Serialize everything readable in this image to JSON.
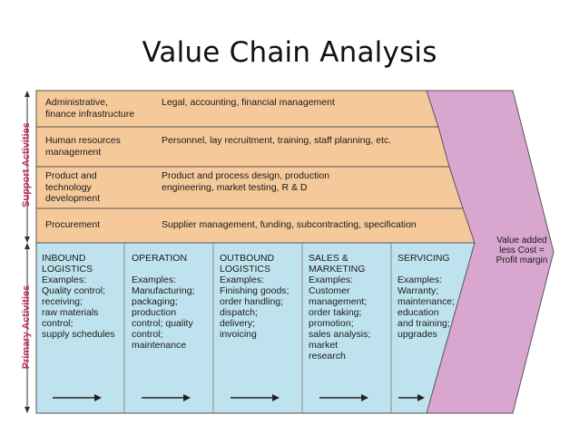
{
  "title": "Value Chain Analysis",
  "side_labels": {
    "support": "Support Activities",
    "primary": "Primary Activities"
  },
  "support_activities": [
    {
      "name": "Administrative,\nfinance infrastructure",
      "description": "Legal, accounting, financial management"
    },
    {
      "name": "Human resources\nmanagement",
      "description": "Personnel, lay recruitment, training, staff planning, etc."
    },
    {
      "name": "Product and\ntechnology\ndevelopment",
      "description": "Product and process design, production\nengineering, market testing, R & D"
    },
    {
      "name": "Procurement",
      "description": "Supplier management, funding, subcontracting, specification"
    }
  ],
  "primary_activities": [
    {
      "name": "INBOUND\nLOGISTICS",
      "examples": "Examples:\nQuality control;\nreceiving;\nraw materials\ncontrol;\nsupply schedules"
    },
    {
      "name": "OPERATION",
      "examples": "\nExamples:\nManufacturing;\npackaging;\nproduction\ncontrol; quality\ncontrol;\nmaintenance"
    },
    {
      "name": "OUTBOUND\nLOGISTICS",
      "examples": "Examples:\nFinishing goods;\norder handling;\ndispatch;\ndelivery;\ninvoicing"
    },
    {
      "name": "SALES &\nMARKETING",
      "examples": "Examples:\nCustomer\nmanagement;\norder taking;\npromotion;\nsales analysis;\nmarket\nresearch"
    },
    {
      "name": "SERVICING",
      "examples": "\nExamples:\nWarranty;\nmaintenance;\neducation\nand training;\nupgrades"
    }
  ],
  "margin_text": "Value added\nless Cost =\nProfit margin",
  "colors": {
    "support_fill": "#f5c99a",
    "primary_fill": "#bfe3ee",
    "margin_fill": "#d9a6cf",
    "side_label": "#c0305a"
  }
}
